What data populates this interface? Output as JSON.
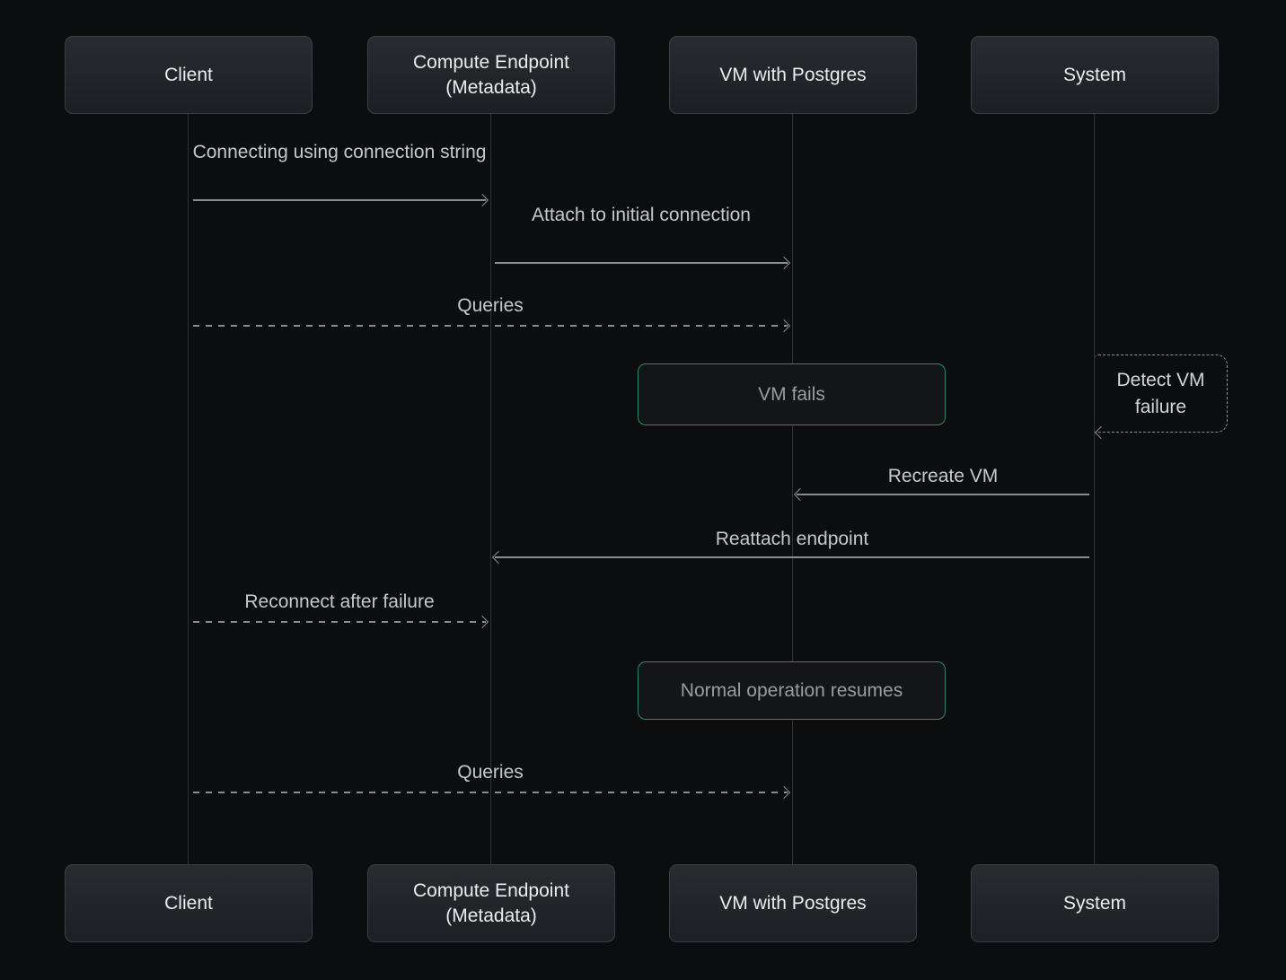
{
  "actors": [
    {
      "id": "client",
      "label": "Client"
    },
    {
      "id": "compute-endpoint",
      "label": "Compute Endpoint (Metadata)"
    },
    {
      "id": "vm-postgres",
      "label": "VM with Postgres"
    },
    {
      "id": "system",
      "label": "System"
    }
  ],
  "messages": [
    {
      "label": "Connecting using connection string",
      "from": "Client",
      "to": "Compute Endpoint (Metadata)",
      "line": "solid",
      "direction": "right"
    },
    {
      "label": "Attach to initial connection",
      "from": "Compute Endpoint (Metadata)",
      "to": "VM with Postgres",
      "line": "solid",
      "direction": "right"
    },
    {
      "label": "Queries",
      "from": "Client",
      "to": "VM with Postgres",
      "line": "dashed",
      "direction": "right"
    },
    {
      "label": "Recreate VM",
      "from": "System",
      "to": "VM with Postgres",
      "line": "solid",
      "direction": "left"
    },
    {
      "label": "Reattach endpoint",
      "from": "System",
      "to": "Compute Endpoint (Metadata)",
      "line": "solid",
      "direction": "left"
    },
    {
      "label": "Reconnect after failure",
      "from": "Client",
      "to": "Compute Endpoint (Metadata)",
      "line": "dashed",
      "direction": "right"
    },
    {
      "label": "Queries",
      "from": "Client",
      "to": "VM with Postgres",
      "line": "dashed",
      "direction": "right"
    }
  ],
  "notes": [
    {
      "label": "VM fails",
      "over": "VM with Postgres"
    },
    {
      "label": "Normal operation resumes",
      "over": "VM with Postgres"
    }
  ],
  "self_message": {
    "label": "Detect VM failure",
    "actor": "System",
    "line": "dashed"
  },
  "colors": {
    "background": "#0c0d0f",
    "actor_fill": "#232429",
    "actor_border": "#3d3e44",
    "actor_text": "#ebecee",
    "lifeline": "#303136",
    "arrow": "#898c91",
    "message_text": "#c6c8cc",
    "note_fill": "#141518",
    "note_border": "#2b8a60",
    "note_text": "#999ca2",
    "self_border": "#888b90",
    "self_text": "#d3d5d8"
  }
}
